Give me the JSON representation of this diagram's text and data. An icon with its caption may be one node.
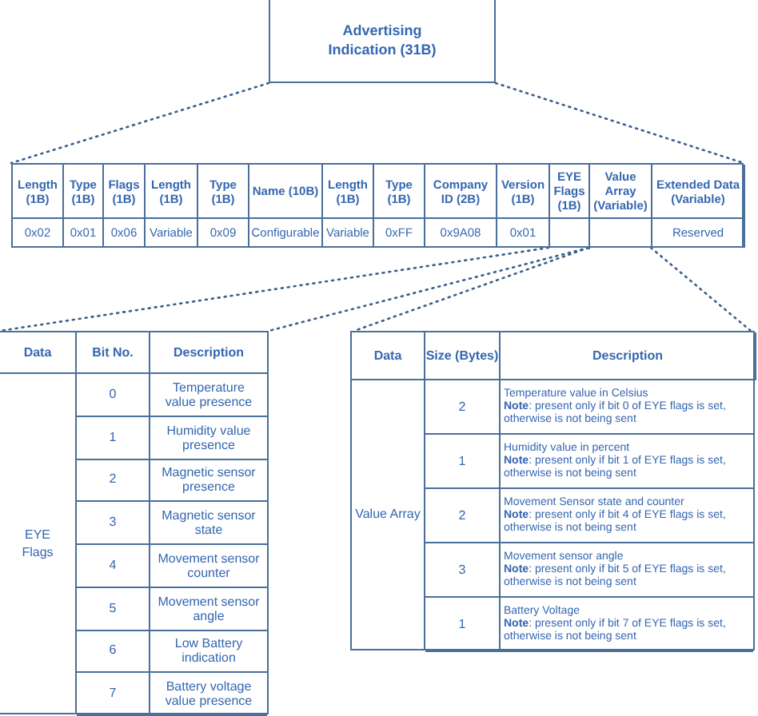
{
  "diagram": {
    "nodes": [
      {
        "text": [
          "Advertising Indication (31B)"
        ]
      },
      {
        "text": [
          "Length (1B)",
          "Type (1B)",
          "Flags (1B)",
          "Length (1B)",
          "Type (1B)",
          "Name (10B)",
          "Length (1B)",
          "Type (1B)",
          "Company ID (2B)",
          "Version (1B)",
          "Extended Data (Variable)",
          "0x02",
          "0x01",
          "0x06",
          "Variable",
          "0x09",
          "Configurable",
          "Variable",
          "0xFF",
          "0x9A08",
          "0x01",
          "Reserved"
        ]
      },
      {
        "text": [
          "EYE Flags (1B)"
        ],
        "in": 1
      },
      {
        "text": [
          "Value Array (Variable)"
        ],
        "in": 1
      },
      {
        "text": [
          "Data",
          "Bit No.",
          "Description",
          "EYE Flags",
          "0",
          "Temperature value presence",
          "1",
          "Humidity value presence",
          "2",
          "Magnetic sensor presence",
          "3",
          "Magnetic sensor state",
          "4",
          "Movement sensor counter",
          "5",
          "Movement sensor angle",
          "6",
          "Low Battery indication",
          "7",
          "Battery voltage value presence"
        ]
      },
      {
        "text": [
          "Data",
          "Size (Bytes)",
          "Description",
          "Value Array",
          "2",
          "Temperature value in Celsius",
          "**Note**: present only if bit 0 of EYE flags is set, otherwise is not being sent",
          "1",
          "Humidity value in percent",
          "**Note**: present only if bit 1 of EYE flags is set, otherwise is not being sent",
          "2",
          "Movement Sensor state and counter",
          "**Note**: present only if bit 4 of EYE flags is set, otherwise is not being sent",
          "3",
          "Movement sensor angle",
          "**Note**: present only if bit 5 of EYE flags is set, otherwise is not being sent",
          "1",
          "Battery Voltage",
          "**Note**: present only if bit 7 of EYE flags is set, otherwise is not being sent"
        ]
      }
    ],
    "edges": [
      {
        "from": 0,
        "to": 1,
        "arrow": "none",
        "style": "dashed"
      },
      {
        "from": 0,
        "to": 1,
        "arrow": "none",
        "style": "dashed"
      },
      {
        "from": 2,
        "to": 4,
        "arrow": "none",
        "style": "dashed"
      },
      {
        "from": 2,
        "to": 4,
        "arrow": "none",
        "style": "dashed"
      },
      {
        "from": 3,
        "to": 5,
        "arrow": "none",
        "style": "dashed"
      },
      {
        "from": 3,
        "to": 5,
        "arrow": "none",
        "style": "dashed"
      }
    ]
  }
}
